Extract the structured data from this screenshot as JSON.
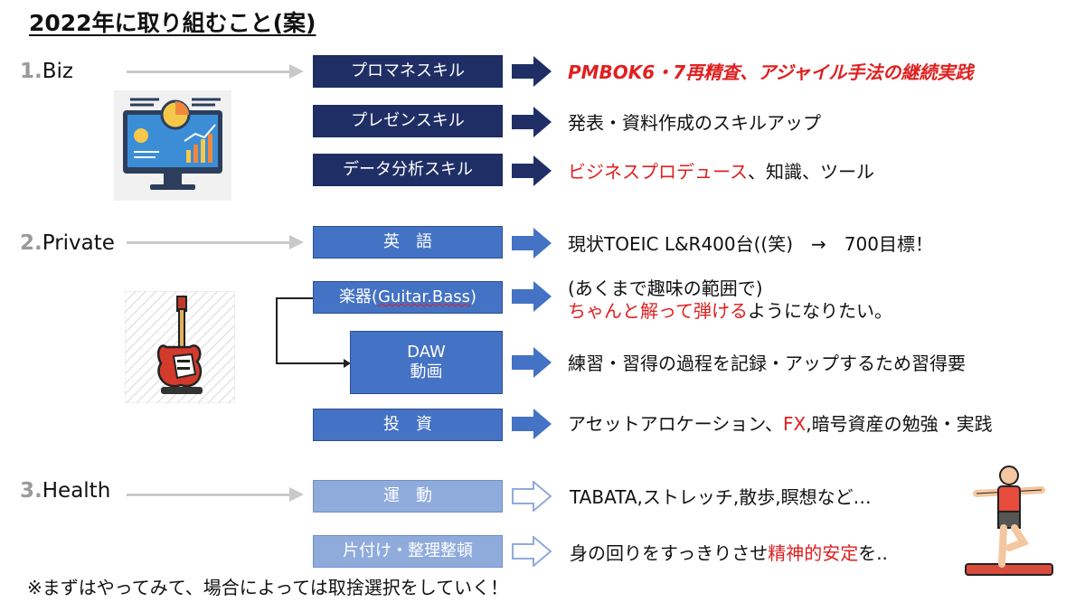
{
  "title": "2022年に取り組むこと(案)",
  "sections": [
    {
      "num": "1.",
      "label": "Biz"
    },
    {
      "num": "2.",
      "label": "Private"
    },
    {
      "num": "3.",
      "label": "Health"
    }
  ],
  "items": {
    "pm": {
      "box": "プロマネスキル",
      "desc": "PMBOK6・7再精査、アジャイル手法の継続実践"
    },
    "presen": {
      "box": "プレゼンスキル",
      "desc": "発表・資料作成のスキルアップ"
    },
    "data": {
      "box": "データ分析スキル",
      "desc_red": "ビジネスプロデュース",
      "desc_rest": "、知識、ツール"
    },
    "eng": {
      "box": "英　語",
      "desc": "現状TOEIC L&R400台((笑)　→　700目標！"
    },
    "guitar": {
      "box_a": "楽器(",
      "box_b": "Guitar.Bass",
      "box_c": ")",
      "desc_line1": "(あくまで趣味の範囲で)",
      "desc_red": "ちゃんと解って弾ける",
      "desc_rest": "ようになりたい。"
    },
    "daw": {
      "box_line1": "DAW",
      "box_line2": "動画",
      "desc": "練習・習得の過程を記録・アップするため習得要"
    },
    "invest": {
      "box": "投　資",
      "desc_a": "アセットアロケーション、",
      "desc_red": "FX",
      "desc_b": ",暗号資産の勉強・実践"
    },
    "exercise": {
      "box": "運　動",
      "desc": "TABATA,ストレッチ,散歩,瞑想など…"
    },
    "tidy": {
      "box": "片付け・整理整頓",
      "desc_a": "身の回りをすっきりさせ",
      "desc_red": "精神的安定",
      "desc_b": "を.."
    }
  },
  "note": "※まずはやってみて、場合によっては取捨選択をしていく！",
  "colors": {
    "navy": "#1f2f66",
    "blue": "#4472c4",
    "light": "#8fabdc",
    "accent_red": "#e02020",
    "gray": "#c9c9c9"
  },
  "icons": [
    "dashboard-monitor-icon",
    "electric-guitar-icon",
    "yoga-person-icon",
    "right-arrow-icon"
  ]
}
